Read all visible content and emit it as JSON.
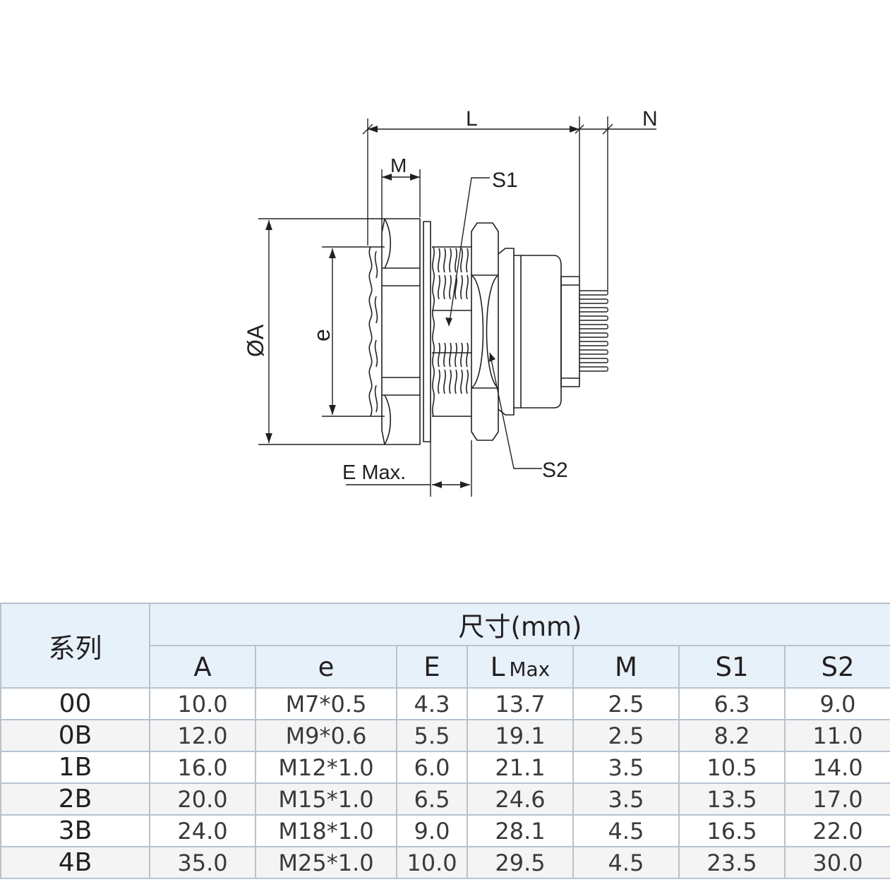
{
  "drawing": {
    "labels": {
      "L": "L",
      "N": "N",
      "M": "M",
      "S1": "S1",
      "S2": "S2",
      "A": "ØA",
      "e": "e",
      "E": "E Max."
    }
  },
  "table": {
    "series_header": "系列",
    "group_header": "尺寸(mm)",
    "columns": [
      {
        "label": "A",
        "sub": ""
      },
      {
        "label": "e",
        "sub": ""
      },
      {
        "label": "E",
        "sub": ""
      },
      {
        "label": "L",
        "sub": "Max"
      },
      {
        "label": "M",
        "sub": ""
      },
      {
        "label": "S1",
        "sub": ""
      },
      {
        "label": "S2",
        "sub": ""
      }
    ],
    "rows": [
      {
        "series": "00",
        "cells": [
          "10.0",
          "M7*0.5",
          "4.3",
          "13.7",
          "2.5",
          "6.3",
          "9.0"
        ]
      },
      {
        "series": "0B",
        "cells": [
          "12.0",
          "M9*0.6",
          "5.5",
          "19.1",
          "2.5",
          "8.2",
          "11.0"
        ]
      },
      {
        "series": "1B",
        "cells": [
          "16.0",
          "M12*1.0",
          "6.0",
          "21.1",
          "3.5",
          "10.5",
          "14.0"
        ]
      },
      {
        "series": "2B",
        "cells": [
          "20.0",
          "M15*1.0",
          "6.5",
          "24.6",
          "3.5",
          "13.5",
          "17.0"
        ]
      },
      {
        "series": "3B",
        "cells": [
          "24.0",
          "M18*1.0",
          "9.0",
          "28.1",
          "4.5",
          "16.5",
          "22.0"
        ]
      },
      {
        "series": "4B",
        "cells": [
          "35.0",
          "M25*1.0",
          "10.0",
          "29.5",
          "4.5",
          "23.5",
          "30.0"
        ]
      }
    ]
  },
  "colors": {
    "header_bg": "#e6f1fa",
    "border": "#b7c3cf",
    "stripe": "#f4f4f4",
    "line": "#231f20"
  }
}
